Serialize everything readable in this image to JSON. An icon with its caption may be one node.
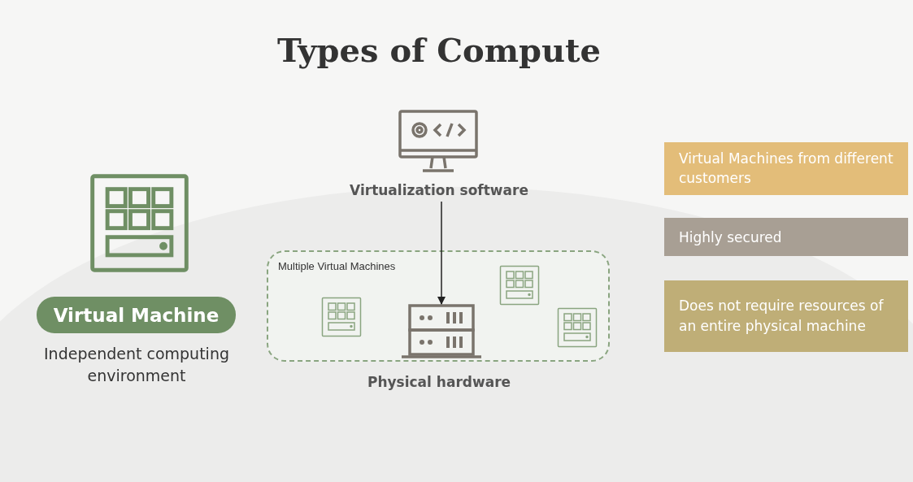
{
  "diagram": {
    "title": "Types of Compute",
    "nodes": [
      {
        "text": [
          "Virtual Machine"
        ],
        "beside": [
          "Independent computing environment"
        ]
      },
      {
        "text": [
          "Virtualization software"
        ]
      },
      {
        "text": [
          "Multiple Virtual Machines"
        ]
      },
      {
        "text": [],
        "shape": "picture",
        "in": 2,
        "beside": [
          "Physical hardware"
        ]
      },
      {
        "text": [
          "Virtual Machines from different customers"
        ]
      },
      {
        "text": [
          "Highly secured"
        ]
      },
      {
        "text": [
          "Does not require resources of an entire physical machine"
        ]
      }
    ],
    "edges": [
      {
        "from": 1,
        "to": 3,
        "arrow": "to"
      }
    ]
  }
}
